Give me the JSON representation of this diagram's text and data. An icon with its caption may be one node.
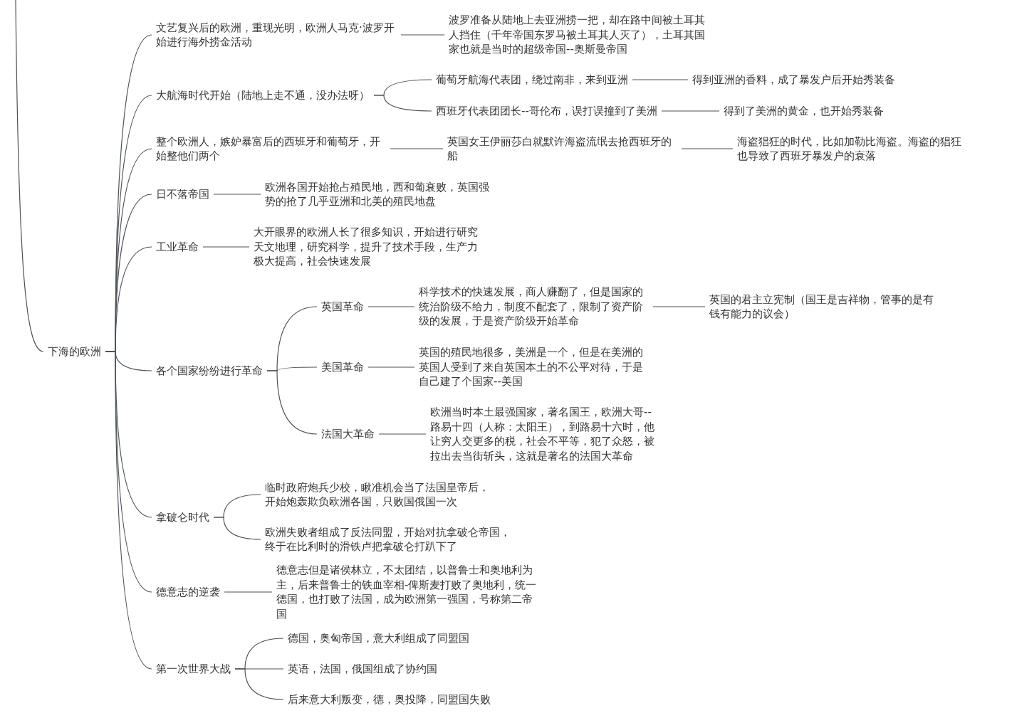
{
  "diagram": {
    "nodes": [
      {
        "text": [
          "下海的欧洲"
        ]
      },
      {
        "text": [
          "文艺复兴后的欧洲，重现光明，欧洲人马克·波罗开始进行海外捞金活动"
        ]
      },
      {
        "text": [
          "波罗准备从陆地上去亚洲捞一把，却在路中间被土耳其人挡住（千年帝国东罗马被土耳其人灭了），土耳其国家也就是当时的超级帝国--奥斯曼帝国"
        ]
      },
      {
        "text": [
          "大航海时代开始（陆地上走不通，没办法呀）"
        ]
      },
      {
        "text": [
          "葡萄牙航海代表团，绕过南非，来到亚洲"
        ]
      },
      {
        "text": [
          "得到亚洲的香料，成了暴发户后开始秀装备"
        ]
      },
      {
        "text": [
          "西班牙代表团团长--哥伦布，误打误撞到了美洲"
        ]
      },
      {
        "text": [
          "得到了美洲的黄金，也开始秀装备"
        ]
      },
      {
        "text": [
          "整个欧洲人，嫉妒暴富后的西班牙和葡萄牙，开始整他们两个"
        ]
      },
      {
        "text": [
          "英国女王伊丽莎白就默许海盗流氓去抢西班牙的船"
        ]
      },
      {
        "text": [
          "海盗猖狂的时代，比如加勒比海盗。海盗的猖狂也导致了西班牙暴发户的衰落"
        ]
      },
      {
        "text": [
          "日不落帝国"
        ]
      },
      {
        "text": [
          "欧洲各国开始抢占殖民地，西和葡衰败，英国强势的抢了几乎亚洲和北美的殖民地盘"
        ]
      },
      {
        "text": [
          "工业革命"
        ]
      },
      {
        "text": [
          "大开眼界的欧洲人长了很多知识，开始进行研究天文地理，研究科学，提升了技术手段，生产力极大提高，社会快速发展"
        ]
      },
      {
        "text": [
          "各个国家纷纷进行革命"
        ]
      },
      {
        "text": [
          "英国革命"
        ]
      },
      {
        "text": [
          "科学技术的快速发展，商人赚翻了，但是国家的统治阶级不给力，制度不配套了，限制了资产阶级的发展，于是资产阶级开始革命"
        ]
      },
      {
        "text": [
          "英国的君主立宪制（国王是吉祥物，管事的是有钱有能力的议会）"
        ]
      },
      {
        "text": [
          "美国革命"
        ]
      },
      {
        "text": [
          "英国的殖民地很多，美洲是一个，但是在美洲的英国人受到了来自英国本土的不公平对待，于是自己建了个国家--美国"
        ]
      },
      {
        "text": [
          "法国大革命"
        ]
      },
      {
        "text": [
          "欧洲当时本土最强国家，著名国王，欧洲大哥--路易十四（人称：太阳王），到路易十六时，他让穷人交更多的税，社会不平等，犯了众怒，被拉出去当街斩头，这就是著名的法国大革命"
        ]
      },
      {
        "text": [
          "拿破仑时代"
        ]
      },
      {
        "text": [
          "临时政府炮兵少校，瞅准机会当了法国皇帝后，开始炮轰欺负欧洲各国，只败国俄国一次"
        ]
      },
      {
        "text": [
          "欧洲失败者组成了反法同盟，开始对抗拿破仑帝国，终于在比利时的滑铁卢把拿破仑打趴下了"
        ]
      },
      {
        "text": [
          "德意志的逆袭"
        ]
      },
      {
        "text": [
          "德意志但是诸侯林立，不太团结，以普鲁士和奥地利为主，后来普鲁士的铁血宰相-俾斯麦打败了奥地利，统一德国，也打败了法国，成为欧洲第一强国，号称第二帝国"
        ]
      },
      {
        "text": [
          "第一次世界大战"
        ]
      },
      {
        "text": [
          "德国，奥匈帝国，意大利组成了同盟国"
        ]
      },
      {
        "text": [
          "英语，法国，俄国组成了协约国"
        ]
      },
      {
        "text": [
          "后来意大利叛变，德，奥投降，同盟国失败"
        ]
      }
    ],
    "edges": [
      {
        "from": null,
        "to": 0,
        "arrow": "none"
      },
      {
        "from": 0,
        "to": 1,
        "arrow": "none"
      },
      {
        "from": 1,
        "to": 2,
        "arrow": "none"
      },
      {
        "from": 0,
        "to": 3,
        "arrow": "none"
      },
      {
        "from": 3,
        "to": 4,
        "arrow": "none"
      },
      {
        "from": 4,
        "to": 5,
        "arrow": "none"
      },
      {
        "from": 3,
        "to": 6,
        "arrow": "none"
      },
      {
        "from": 6,
        "to": 7,
        "arrow": "none"
      },
      {
        "from": 0,
        "to": 8,
        "arrow": "none"
      },
      {
        "from": 8,
        "to": 9,
        "arrow": "none"
      },
      {
        "from": 9,
        "to": 10,
        "arrow": "none"
      },
      {
        "from": 0,
        "to": 11,
        "arrow": "none"
      },
      {
        "from": 11,
        "to": 12,
        "arrow": "none"
      },
      {
        "from": 0,
        "to": 13,
        "arrow": "none"
      },
      {
        "from": 13,
        "to": 14,
        "arrow": "none"
      },
      {
        "from": 0,
        "to": 15,
        "arrow": "none"
      },
      {
        "from": 15,
        "to": 16,
        "arrow": "none"
      },
      {
        "from": 16,
        "to": 17,
        "arrow": "none"
      },
      {
        "from": 17,
        "to": 18,
        "arrow": "none"
      },
      {
        "from": 15,
        "to": 19,
        "arrow": "none"
      },
      {
        "from": 19,
        "to": 20,
        "arrow": "none"
      },
      {
        "from": 15,
        "to": 21,
        "arrow": "none"
      },
      {
        "from": 21,
        "to": 22,
        "arrow": "none"
      },
      {
        "from": 0,
        "to": 23,
        "arrow": "none"
      },
      {
        "from": 23,
        "to": 24,
        "arrow": "none"
      },
      {
        "from": 23,
        "to": 25,
        "arrow": "none"
      },
      {
        "from": 0,
        "to": 26,
        "arrow": "none"
      },
      {
        "from": 26,
        "to": 27,
        "arrow": "none"
      },
      {
        "from": 0,
        "to": 28,
        "arrow": "none"
      },
      {
        "from": 28,
        "to": 29,
        "arrow": "none"
      },
      {
        "from": 28,
        "to": 30,
        "arrow": "none"
      },
      {
        "from": 28,
        "to": 31,
        "arrow": "none"
      }
    ]
  }
}
